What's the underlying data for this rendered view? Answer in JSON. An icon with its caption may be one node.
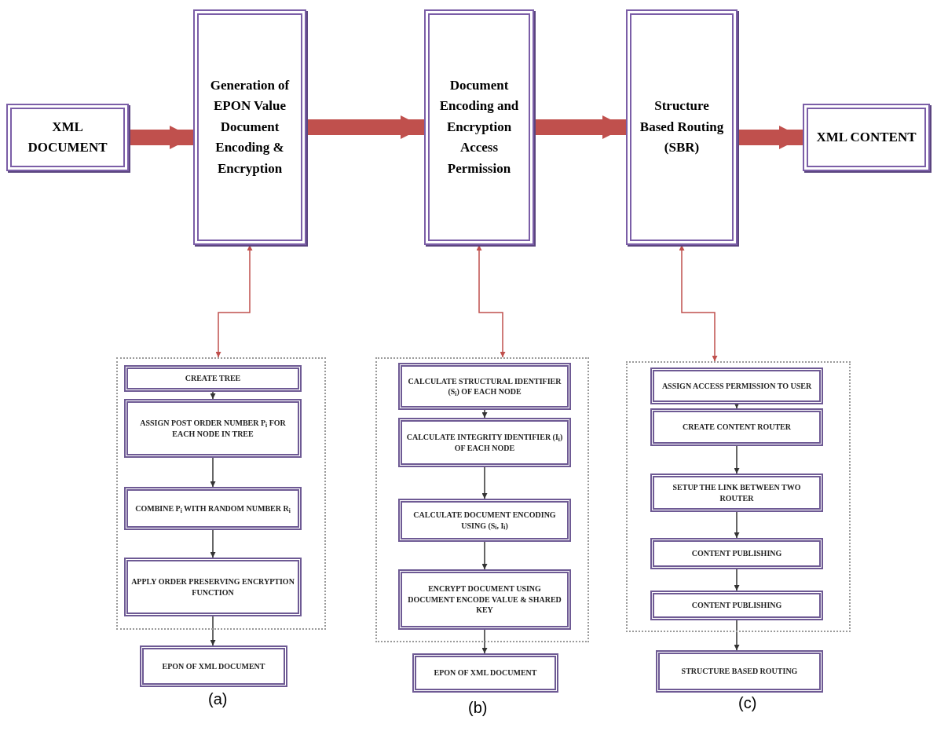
{
  "diagram": {
    "nodes": [
      {
        "text": [
          "XML DOCUMENT"
        ]
      },
      {
        "text": [
          "Generation of EPON Value Document Encoding & Encryption"
        ]
      },
      {
        "text": [
          "Document Encoding and Encryption Access Permission"
        ]
      },
      {
        "text": [
          "Structure Based Routing (SBR)"
        ]
      },
      {
        "text": [
          "XML CONTENT"
        ]
      },
      {
        "text": [],
        "shape": "box"
      },
      {
        "text": [
          "CREATE TREE"
        ],
        "in": 5
      },
      {
        "text": [
          "ASSIGN POST ORDER NUMBER P$_{i}$ FOR EACH NODE IN TREE"
        ],
        "in": 5
      },
      {
        "text": [
          "COMBINE P$_{i}$ WITH RANDOM NUMBER R$_{i}$"
        ],
        "in": 5
      },
      {
        "text": [
          "APPLY ORDER PRESERVING ENCRYPTION FUNCTION"
        ],
        "in": 5
      },
      {
        "text": [
          "EPON OF XML DOCUMENT"
        ]
      },
      {
        "text": [],
        "shape": "box"
      },
      {
        "text": [
          "CALCULATE STRUCTURAL IDENTIFIER (S$_{i}$) OF EACH NODE"
        ],
        "in": 11
      },
      {
        "text": [
          "CALCULATE INTEGRITY IDENTIFIER (I$_{i}$) OF EACH NODE"
        ],
        "in": 11
      },
      {
        "text": [
          "CALCULATE DOCUMENT ENCODING USING (S$_{i}$, I$_{i}$)"
        ],
        "in": 11
      },
      {
        "text": [
          "ENCRYPT DOCUMENT USING DOCUMENT ENCODE VALUE & SHARED KEY"
        ],
        "in": 11
      },
      {
        "text": [
          "EPON OF XML DOCUMENT"
        ]
      },
      {
        "text": [],
        "shape": "box"
      },
      {
        "text": [
          "ASSIGN ACCESS PERMISSION TO USER"
        ],
        "in": 17
      },
      {
        "text": [
          "CREATE CONTENT ROUTER"
        ],
        "in": 17
      },
      {
        "text": [
          "SETUP THE LINK BETWEEN TWO ROUTER"
        ],
        "in": 17
      },
      {
        "text": [
          "CONTENT PUBLISHING"
        ],
        "in": 17
      },
      {
        "text": [
          "CONTENT PUBLISHING"
        ],
        "in": 17
      },
      {
        "text": [
          "STRUCTURE BASED ROUTING"
        ]
      }
    ],
    "edges": [
      {
        "from": 0,
        "to": 1,
        "arrow": "to",
        "style": "thick",
        "color": "#c0504d"
      },
      {
        "from": 1,
        "to": 2,
        "arrow": "to",
        "style": "thick",
        "color": "#c0504d"
      },
      {
        "from": 2,
        "to": 3,
        "arrow": "to",
        "style": "thick",
        "color": "#c0504d"
      },
      {
        "from": 3,
        "to": 4,
        "arrow": "to",
        "style": "thick",
        "color": "#c0504d"
      },
      {
        "from": 1,
        "to": 5,
        "arrow": "both",
        "color": "#c0504d"
      },
      {
        "from": 2,
        "to": 11,
        "arrow": "both",
        "color": "#c0504d"
      },
      {
        "from": 3,
        "to": 17,
        "arrow": "both",
        "color": "#c0504d"
      },
      {
        "from": 6,
        "to": 7,
        "arrow": "to"
      },
      {
        "from": 7,
        "to": 8,
        "arrow": "to"
      },
      {
        "from": 8,
        "to": 9,
        "arrow": "to"
      },
      {
        "from": 9,
        "to": 10,
        "arrow": "to"
      },
      {
        "from": 12,
        "to": 13,
        "arrow": "to"
      },
      {
        "from": 13,
        "to": 14,
        "arrow": "to"
      },
      {
        "from": 14,
        "to": 15,
        "arrow": "to"
      },
      {
        "from": 15,
        "to": 16,
        "arrow": "to"
      },
      {
        "from": 18,
        "to": 19,
        "arrow": "to"
      },
      {
        "from": 19,
        "to": 20,
        "arrow": "to"
      },
      {
        "from": 20,
        "to": 21,
        "arrow": "to"
      },
      {
        "from": 21,
        "to": 22,
        "arrow": "to"
      },
      {
        "from": 22,
        "to": 23,
        "arrow": "to"
      }
    ],
    "labels": [
      "(a)",
      "(b)",
      "(c)"
    ]
  }
}
